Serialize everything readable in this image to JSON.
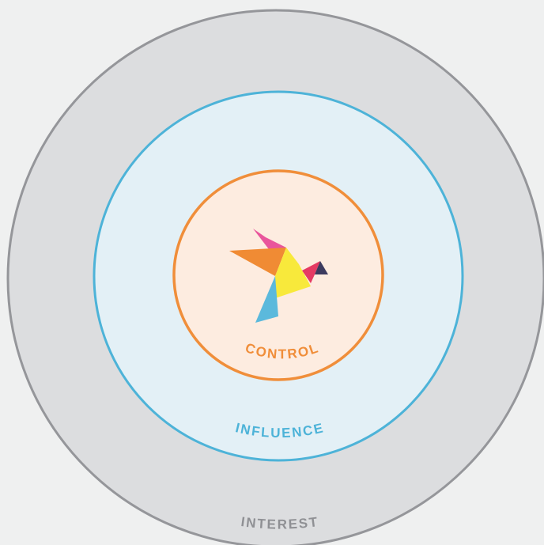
{
  "diagram": {
    "type": "concentric-circles",
    "rings": [
      {
        "id": "interest",
        "label": "INTEREST",
        "fill": "#dcdddf",
        "stroke": "#95969a",
        "text_color": "#8f9094"
      },
      {
        "id": "influence",
        "label": "INFLUENCE",
        "fill": "#e3f0f6",
        "stroke": "#4db3d8",
        "text_color": "#4db3d8"
      },
      {
        "id": "control",
        "label": "CONTROL",
        "fill": "#fdece0",
        "stroke": "#f08e3a",
        "text_color": "#f08e3a"
      }
    ],
    "background": "#eff0f0",
    "logo": {
      "name": "origami-bird-icon",
      "colors": [
        "#e9559c",
        "#f08b34",
        "#f8e93b",
        "#5bb9dc",
        "#e53a63",
        "#3c3a5e"
      ]
    }
  }
}
